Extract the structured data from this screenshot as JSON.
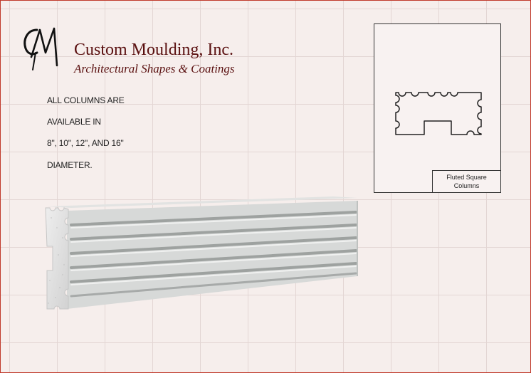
{
  "header": {
    "company_name": "Custom Moulding, Inc.",
    "tagline": "Architectural Shapes & Coatings",
    "logo_text": "CM"
  },
  "info": {
    "lines": [
      "ALL COLUMNS ARE",
      "AVAILABLE IN",
      "8\", 10\", 12\", AND 16\"",
      "DIAMETER."
    ]
  },
  "profile": {
    "caption_line1": "Fluted Square",
    "caption_line2": "Columns"
  },
  "colors": {
    "background": "#f6eeec",
    "grid": "#e3d6d4",
    "border": "#c0392b",
    "brand_text": "#5a1010",
    "column_face": "#d9dbda"
  }
}
